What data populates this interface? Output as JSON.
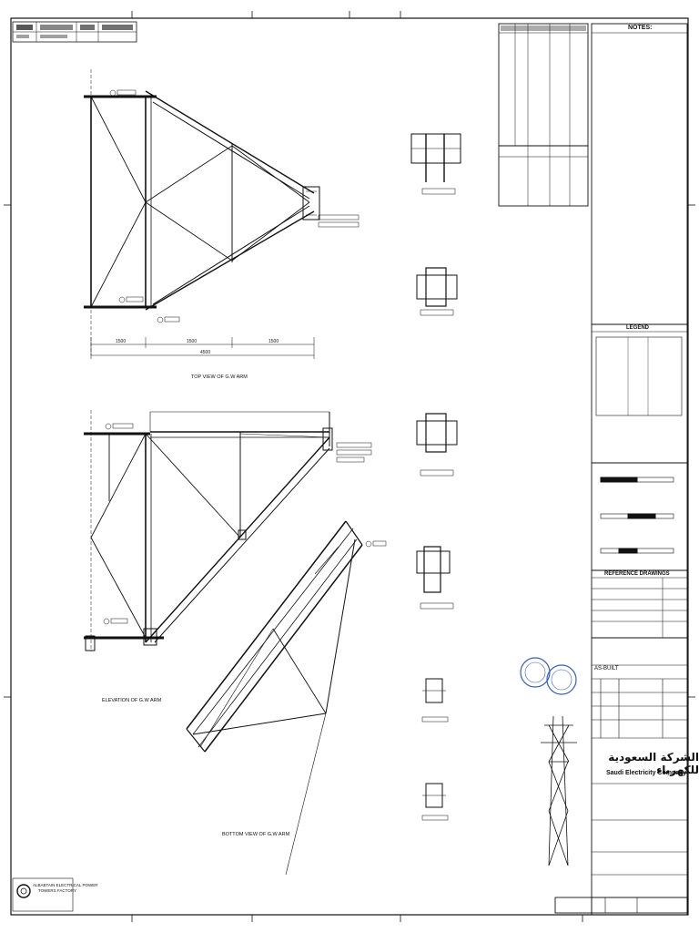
{
  "drawing": {
    "views": {
      "top": "TOP VIEW OF G.W ARM",
      "elevation": "ELEVATION OF G.W ARM",
      "bottom": "BOTTOM VIEW OF G.W ARM"
    },
    "dimensions": [
      "1500",
      "1500",
      "1500",
      "4500"
    ]
  },
  "title_block": {
    "notes_heading": "NOTES:",
    "legend_heading": "LEGEND",
    "reference_heading": "REFERENCE DRAWINGS",
    "company_ar": "الشركة السعودية للكهرباء",
    "company_en": "Saudi Electricity Company",
    "as_built": "AS-BUILT",
    "manufacturer": [
      "ALBABTAIN ELECTRICAL POWER",
      "TOWERS FACTORY"
    ]
  },
  "colors": {
    "ink": "#111111",
    "stamp": "#3c5fb0",
    "paper": "#ffffff"
  }
}
